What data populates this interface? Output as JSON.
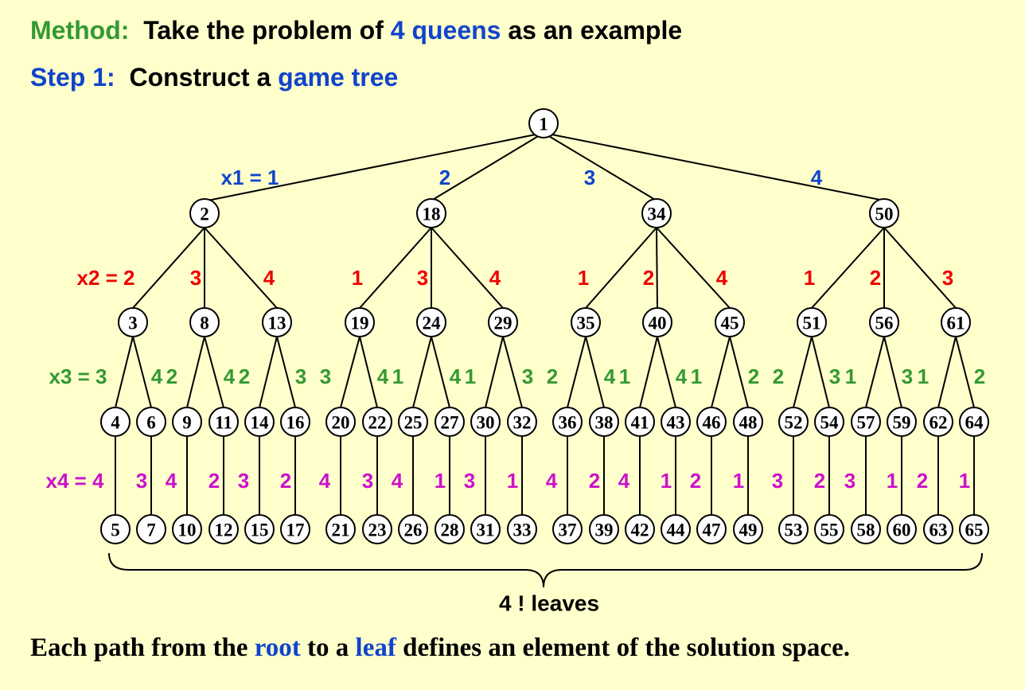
{
  "header": {
    "method_label": "Method:",
    "method_text_1": "Take the problem of ",
    "method_highlight": "4 queens",
    "method_text_2": " as an example",
    "step_label": "Step 1:",
    "step_text": "Construct a ",
    "step_highlight": "game tree"
  },
  "tree": {
    "colors": {
      "level1": "#1144cc",
      "level2": "#ee0000",
      "level3": "#339933",
      "level4": "#cc11cc"
    },
    "level_labels": {
      "x1": "x1 = ",
      "x2": "x2 = ",
      "x3": "x3 = ",
      "x4": "x4 = "
    },
    "root": "1",
    "level1": [
      {
        "edge": "1",
        "node": "2"
      },
      {
        "edge": "2",
        "node": "18"
      },
      {
        "edge": "3",
        "node": "34"
      },
      {
        "edge": "4",
        "node": "50"
      }
    ],
    "level2": [
      {
        "edge": "2",
        "node": "3"
      },
      {
        "edge": "3",
        "node": "8"
      },
      {
        "edge": "4",
        "node": "13"
      },
      {
        "edge": "1",
        "node": "19"
      },
      {
        "edge": "3",
        "node": "24"
      },
      {
        "edge": "4",
        "node": "29"
      },
      {
        "edge": "1",
        "node": "35"
      },
      {
        "edge": "2",
        "node": "40"
      },
      {
        "edge": "4",
        "node": "45"
      },
      {
        "edge": "1",
        "node": "51"
      },
      {
        "edge": "2",
        "node": "56"
      },
      {
        "edge": "3",
        "node": "61"
      }
    ],
    "level3": [
      {
        "edge": "3",
        "node": "4"
      },
      {
        "edge": "4",
        "node": "6"
      },
      {
        "edge": "2",
        "node": "9"
      },
      {
        "edge": "4",
        "node": "11"
      },
      {
        "edge": "2",
        "node": "14"
      },
      {
        "edge": "3",
        "node": "16"
      },
      {
        "edge": "3",
        "node": "20"
      },
      {
        "edge": "4",
        "node": "22"
      },
      {
        "edge": "1",
        "node": "25"
      },
      {
        "edge": "4",
        "node": "27"
      },
      {
        "edge": "1",
        "node": "30"
      },
      {
        "edge": "3",
        "node": "32"
      },
      {
        "edge": "2",
        "node": "36"
      },
      {
        "edge": "4",
        "node": "38"
      },
      {
        "edge": "1",
        "node": "41"
      },
      {
        "edge": "4",
        "node": "43"
      },
      {
        "edge": "1",
        "node": "46"
      },
      {
        "edge": "2",
        "node": "48"
      },
      {
        "edge": "2",
        "node": "52"
      },
      {
        "edge": "3",
        "node": "54"
      },
      {
        "edge": "1",
        "node": "57"
      },
      {
        "edge": "3",
        "node": "59"
      },
      {
        "edge": "1",
        "node": "62"
      },
      {
        "edge": "2",
        "node": "64"
      }
    ],
    "level4": [
      {
        "edge": "4",
        "node": "5"
      },
      {
        "edge": "3",
        "node": "7"
      },
      {
        "edge": "4",
        "node": "10"
      },
      {
        "edge": "2",
        "node": "12"
      },
      {
        "edge": "3",
        "node": "15"
      },
      {
        "edge": "2",
        "node": "17"
      },
      {
        "edge": "4",
        "node": "21"
      },
      {
        "edge": "3",
        "node": "23"
      },
      {
        "edge": "4",
        "node": "26"
      },
      {
        "edge": "1",
        "node": "28"
      },
      {
        "edge": "3",
        "node": "31"
      },
      {
        "edge": "1",
        "node": "33"
      },
      {
        "edge": "4",
        "node": "37"
      },
      {
        "edge": "2",
        "node": "39"
      },
      {
        "edge": "4",
        "node": "42"
      },
      {
        "edge": "1",
        "node": "44"
      },
      {
        "edge": "2",
        "node": "47"
      },
      {
        "edge": "1",
        "node": "49"
      },
      {
        "edge": "3",
        "node": "53"
      },
      {
        "edge": "2",
        "node": "55"
      },
      {
        "edge": "3",
        "node": "58"
      },
      {
        "edge": "1",
        "node": "60"
      },
      {
        "edge": "2",
        "node": "63"
      },
      {
        "edge": "1",
        "node": "65"
      }
    ],
    "leaves_label": "4 ! leaves"
  },
  "footer": {
    "text_1": "Each path from the ",
    "highlight_1": "root",
    "text_2": " to a ",
    "highlight_2": "leaf",
    "text_3": " defines an element of the solution space."
  }
}
